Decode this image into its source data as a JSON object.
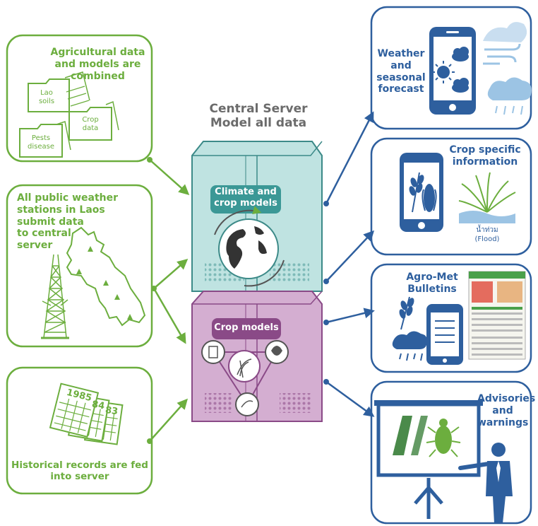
{
  "left_panels": {
    "agri": {
      "title": "Agricultural data\nand models are\ncombined",
      "folders": [
        "Lao\nsoils",
        "Crop\ndata",
        "Pests\ndisease"
      ]
    },
    "weather_stations": {
      "title": "All public weather\nstations in Laos\nsubmit data\nto central\nserver"
    },
    "historical": {
      "title": "Historical records are fed\ninto server",
      "years": [
        "1985",
        "84",
        "83"
      ]
    }
  },
  "server": {
    "title": "Central Server\nModel all data",
    "top_label": "Climate and\ncrop models",
    "bottom_label": "Crop models"
  },
  "right_panels": {
    "weather": {
      "title": "Weather\nand\nseasonal\nforecast"
    },
    "crop_info": {
      "title": "Crop specific\ninformation",
      "flood_thai": "น้ำท่วม",
      "flood_en": "(Flood)"
    },
    "bulletins": {
      "title": "Agro-Met\nBulletins"
    },
    "advisories": {
      "title": "Advisories\nand\nwarnings"
    }
  },
  "colors": {
    "green": "#6cae3e",
    "blue": "#2e5f9e",
    "teal": "#bfe3e1",
    "purple": "#d4aed1",
    "gray": "#6b6b6b"
  }
}
